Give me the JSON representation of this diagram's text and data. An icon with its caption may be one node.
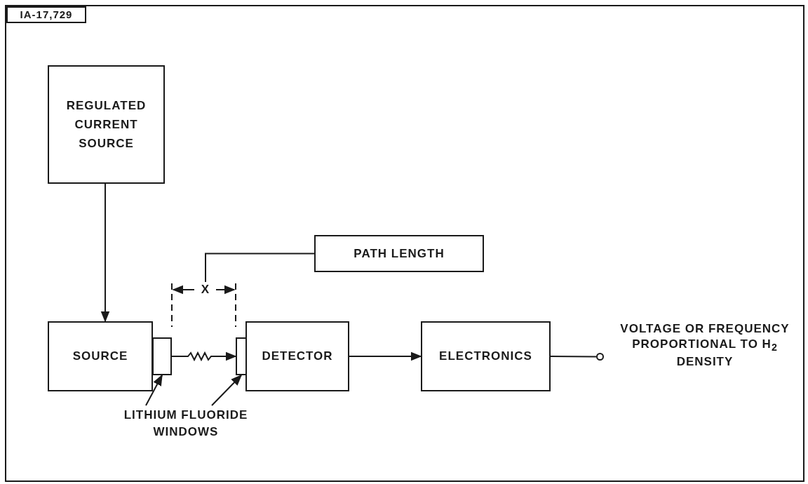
{
  "diagram": {
    "nodes": [
      {
        "text": [
          "IA-17,729"
        ]
      },
      {
        "text": [
          "REGULATED CURRENT SOURCE"
        ]
      },
      {
        "text": [
          "PATH LENGTH"
        ]
      },
      {
        "text": [
          "X"
        ]
      },
      {
        "text": [
          "SOURCE"
        ]
      },
      {
        "text": [],
        "shape": "box"
      },
      {
        "text": [],
        "shape": "box"
      },
      {
        "text": [
          "DETECTOR"
        ]
      },
      {
        "text": [
          "ELECTRONICS"
        ]
      },
      {
        "text": [],
        "shape": "circle",
        "beside": [
          "VOLTAGE OR FREQUENCY PROPORTIONAL TO H$_{2}$ DENSITY"
        ]
      },
      {
        "text": [
          "LITHIUM FLUORIDE WINDOWS"
        ]
      }
    ],
    "edges": [
      {
        "from": 1,
        "to": 4,
        "arrow": "to"
      },
      {
        "from": 2,
        "to": 3,
        "arrow": "none"
      },
      {
        "from": 5,
        "to": 6,
        "arrow": "to"
      },
      {
        "from": 7,
        "to": 8,
        "arrow": "to"
      },
      {
        "from": 8,
        "to": 9,
        "arrow": "none"
      },
      {
        "from": 10,
        "to": 5,
        "arrow": "to"
      },
      {
        "from": 10,
        "to": 6,
        "arrow": "to"
      }
    ]
  }
}
